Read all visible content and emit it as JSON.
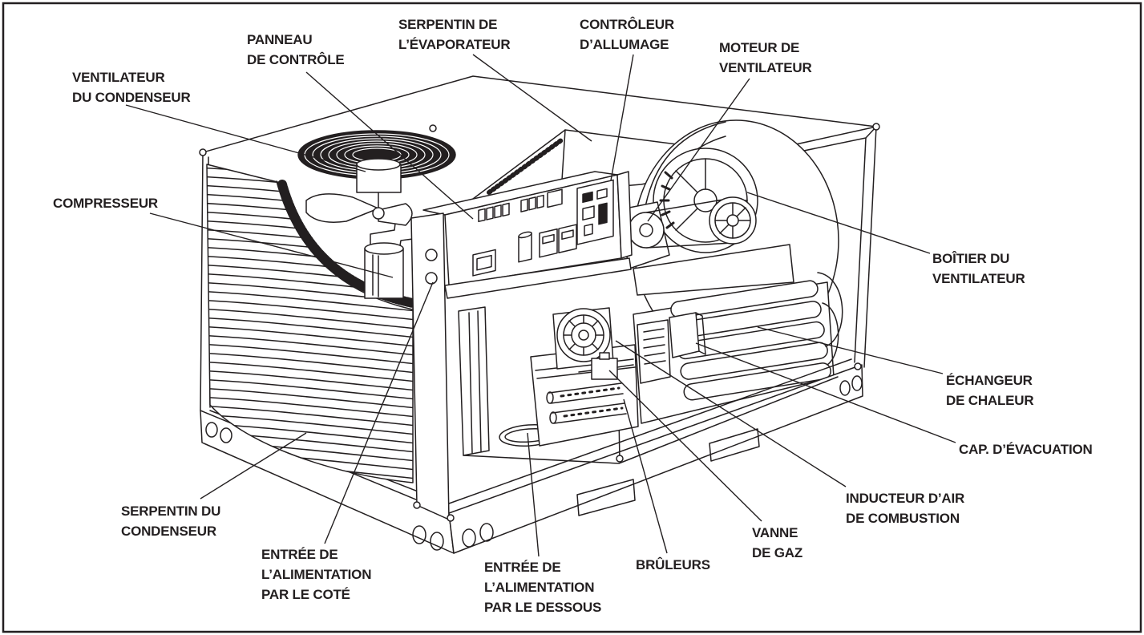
{
  "labels": {
    "control_panel": [
      "PANNEAU",
      "DE CONTRÔLE"
    ],
    "evaporator_coil": [
      "SERPENTIN DE",
      "L’ÉVAPORATEUR"
    ],
    "ignition_controller": [
      "CONTRÔLEUR",
      "D’ALLUMAGE"
    ],
    "blower_motor": [
      "MOTEUR DE",
      "VENTILATEUR"
    ],
    "condenser_fan": [
      "VENTILATEUR",
      "DU CONDENSEUR"
    ],
    "compressor": [
      "COMPRESSEUR"
    ],
    "blower_housing": [
      "BOÎTIER DU",
      "VENTILATEUR"
    ],
    "heat_exchanger": [
      "ÉCHANGEUR",
      "DE CHALEUR"
    ],
    "exhaust_cap": [
      "CAP. D’ÉVACUATION"
    ],
    "combustion_inducer": [
      "INDUCTEUR D’AIR",
      "DE COMBUSTION"
    ],
    "condenser_coil": [
      "SERPENTIN DU",
      "CONDENSEUR"
    ],
    "side_power_entry": [
      "ENTRÉE DE",
      "L’ALIMENTATION",
      "PAR LE COTÉ"
    ],
    "bottom_power_entry": [
      "ENTRÉE DE",
      "L’ALIMENTATION",
      "PAR LE DESSOUS"
    ],
    "burners": [
      "BRÛLEURS"
    ],
    "gas_valve": [
      "VANNE",
      "DE GAZ"
    ]
  }
}
